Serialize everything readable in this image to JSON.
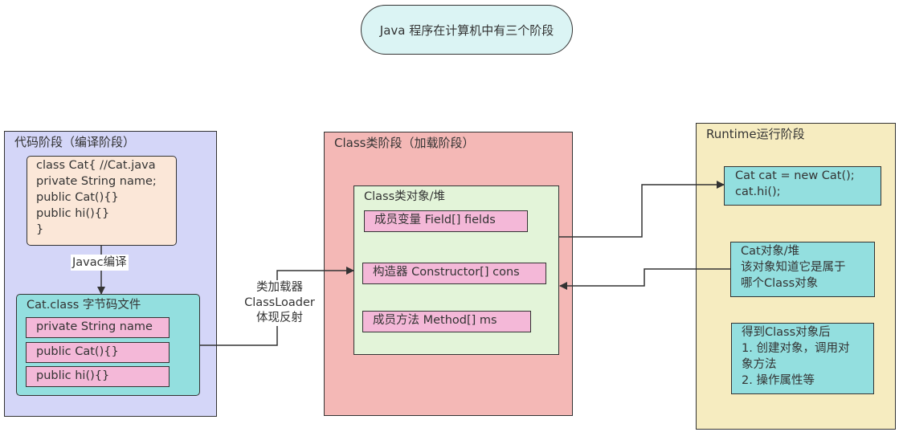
{
  "title": "Java 程序在计算机中有三个阶段",
  "stages": {
    "code": {
      "title": "代码阶段（编译阶段）",
      "source_lines": [
        "class Cat{ //Cat.java",
        "private String name;",
        "public Cat(){}",
        "public hi(){}",
        "}"
      ],
      "compile_label": "Javac编译",
      "bytecode": {
        "title": "Cat.class 字节码文件",
        "items": [
          "private String name",
          "public Cat(){}",
          "public hi(){}"
        ]
      }
    },
    "loader_label": [
      "类加载器",
      "ClassLoader",
      "体现反射"
    ],
    "class": {
      "title": "Class类阶段（加载阶段）",
      "object": {
        "title": "Class类对象/堆",
        "items": [
          "成员变量  Field[] fields",
          "构造器  Constructor[] cons",
          "成员方法  Method[] ms"
        ]
      }
    },
    "runtime": {
      "title": "Runtime运行阶段",
      "code_box": [
        "Cat cat = new Cat();",
        "cat.hi();"
      ],
      "object_box": [
        "Cat对象/堆",
        "该对象知道它是属于",
        "哪个Class对象"
      ],
      "after_box": [
        "得到Class对象后",
        "1. 创建对象，调用对",
        "象方法",
        "2. 操作属性等"
      ]
    }
  },
  "colors": {
    "title_fill": "#dbf4f4",
    "code_stage": "#d4d6f8",
    "class_stage": "#f4b8b6",
    "runtime_stage": "#f6ecc0",
    "source_box": "#fbe7d8",
    "cyan_box": "#93dfdf",
    "pink_box": "#f4b8d8",
    "classobj_box": "#e3f4d9",
    "stroke": "#333333"
  }
}
